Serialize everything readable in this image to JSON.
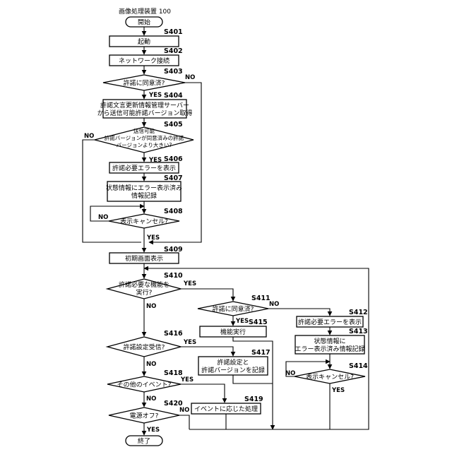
{
  "title": "画像処理装置 100",
  "start_label": "開始",
  "end_label": "終了",
  "yes": "YES",
  "no": "NO",
  "steps": {
    "S401": {
      "id": "S401",
      "text": "起動"
    },
    "S402": {
      "id": "S402",
      "text": "ネットワーク接続"
    },
    "S403": {
      "id": "S403",
      "text": "許諾に同意済?"
    },
    "S404": {
      "id": "S404",
      "line1": "許諾文言更新情報管理サーバー",
      "line2": "から送信可能許諾バージョン取得"
    },
    "S405": {
      "id": "S405",
      "line1": "送信可能",
      "line2": "許諾バージョンが同意済みの許諾",
      "line3": "バージョンより大きい?"
    },
    "S406": {
      "id": "S406",
      "text": "許諾必要エラーを表示"
    },
    "S407": {
      "id": "S407",
      "line1": "状態情報にエラー表示済み",
      "line2": "情報記録"
    },
    "S408": {
      "id": "S408",
      "text": "表示キャンセル?"
    },
    "S409": {
      "id": "S409",
      "text": "初期画面表示"
    },
    "S410": {
      "id": "S410",
      "line1": "許諾必要な機能を",
      "line2": "実行?"
    },
    "S411": {
      "id": "S411",
      "text": "許諾に同意済?"
    },
    "S412": {
      "id": "S412",
      "text": "許諾必要エラーを表示"
    },
    "S413": {
      "id": "S413",
      "line1": "状態情報に",
      "line2": "エラー表示済み情報記録"
    },
    "S414": {
      "id": "S414",
      "text": "表示キャンセル?"
    },
    "S415": {
      "id": "S415",
      "text": "機能実行"
    },
    "S416": {
      "id": "S416",
      "text": "許諾設定受信?"
    },
    "S417": {
      "id": "S417",
      "line1": "許諾設定と",
      "line2": "許諾バージョンを記録"
    },
    "S418": {
      "id": "S418",
      "text": "その他のイベント?"
    },
    "S419": {
      "id": "S419",
      "text": "イベントに応じた処理"
    },
    "S420": {
      "id": "S420",
      "text": "電源オフ?"
    }
  }
}
